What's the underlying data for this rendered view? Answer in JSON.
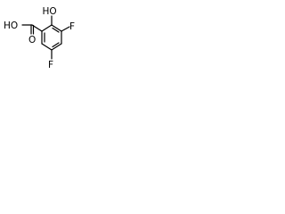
{
  "molecule": {
    "atoms": {
      "hydroxyl": "HO",
      "fluorine_3": "F",
      "fluorine_5": "F",
      "carboxyl_oh": "HO",
      "carbonyl_o": "O"
    },
    "colors": {
      "bond": "#000000",
      "label": "#000000",
      "background": "#ffffff"
    }
  }
}
